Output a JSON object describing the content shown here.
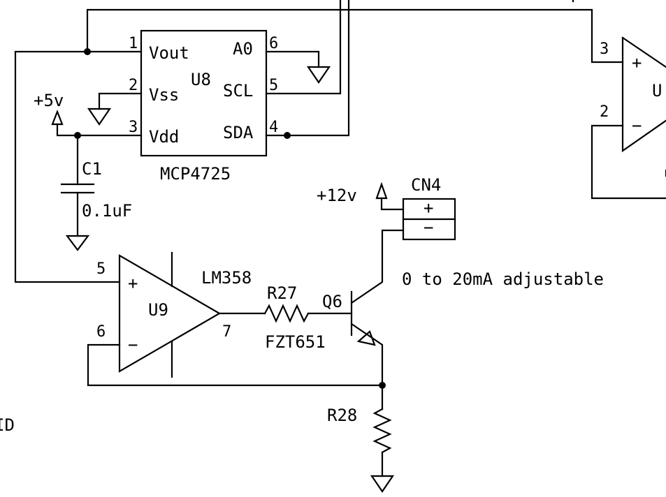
{
  "u8": {
    "ref": "U8",
    "part": "MCP4725",
    "pins": [
      {
        "num": "1",
        "name": "Vout"
      },
      {
        "num": "2",
        "name": "Vss"
      },
      {
        "num": "3",
        "name": "Vdd"
      },
      {
        "num": "6",
        "name": "A0"
      },
      {
        "num": "5",
        "name": "SCL"
      },
      {
        "num": "4",
        "name": "SDA"
      }
    ]
  },
  "u9": {
    "ref": "U9",
    "part": "LM358",
    "pin_plus": "5",
    "pin_minus": "6",
    "pin_out": "7",
    "sign_plus": "+",
    "sign_minus": "−"
  },
  "u_right": {
    "ref_partial": "U",
    "pin_plus": "3",
    "pin_minus": "2",
    "sign_plus": "+",
    "sign_minus": "−"
  },
  "c1": {
    "ref": "C1",
    "value": "0.1uF"
  },
  "power": {
    "v5": "+5v",
    "v12": "+12v"
  },
  "cn4": {
    "ref": "CN4",
    "plus": "+",
    "minus": "−"
  },
  "r27": {
    "ref": "R27"
  },
  "q6": {
    "ref": "Q6",
    "part": "FZT651"
  },
  "r28": {
    "ref": "R28"
  },
  "note": "0 to 20mA adjustable",
  "edge_text": "ID"
}
